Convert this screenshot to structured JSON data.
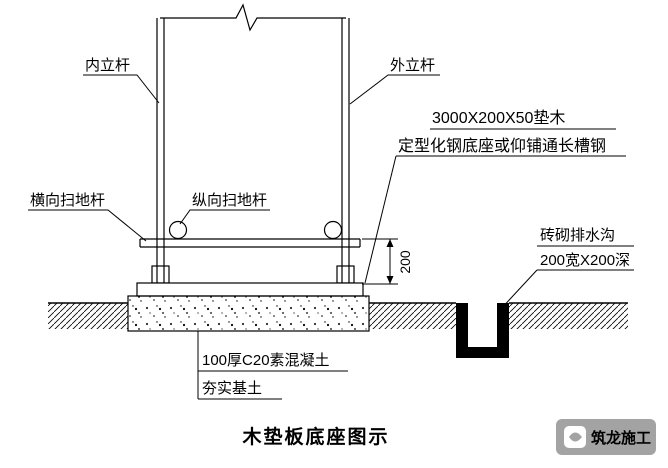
{
  "title": "木垫板底座图示",
  "watermark": {
    "text": "筑龙施工"
  },
  "annotations": {
    "inner_pole": "内立杆",
    "outer_pole": "外立杆",
    "timber_pad": "3000X200X50垫木",
    "steel_base": "定型化钢底座或仰铺通长槽钢",
    "transverse_sweeping_rod": "横向扫地杆",
    "longitudinal_sweeping_rod": "纵向扫地杆",
    "brick_drain": "砖砌排水沟",
    "drain_size": "200宽X200深",
    "concrete": "100厚C20素混凝土",
    "compacted_soil": "夯实基土"
  },
  "dimensions": {
    "rail_to_base": "200"
  },
  "colors": {
    "ink": "#000000",
    "background": "#ffffff",
    "watermark_bg": "#a3a3a3",
    "watermark_text": "#ffffff"
  }
}
